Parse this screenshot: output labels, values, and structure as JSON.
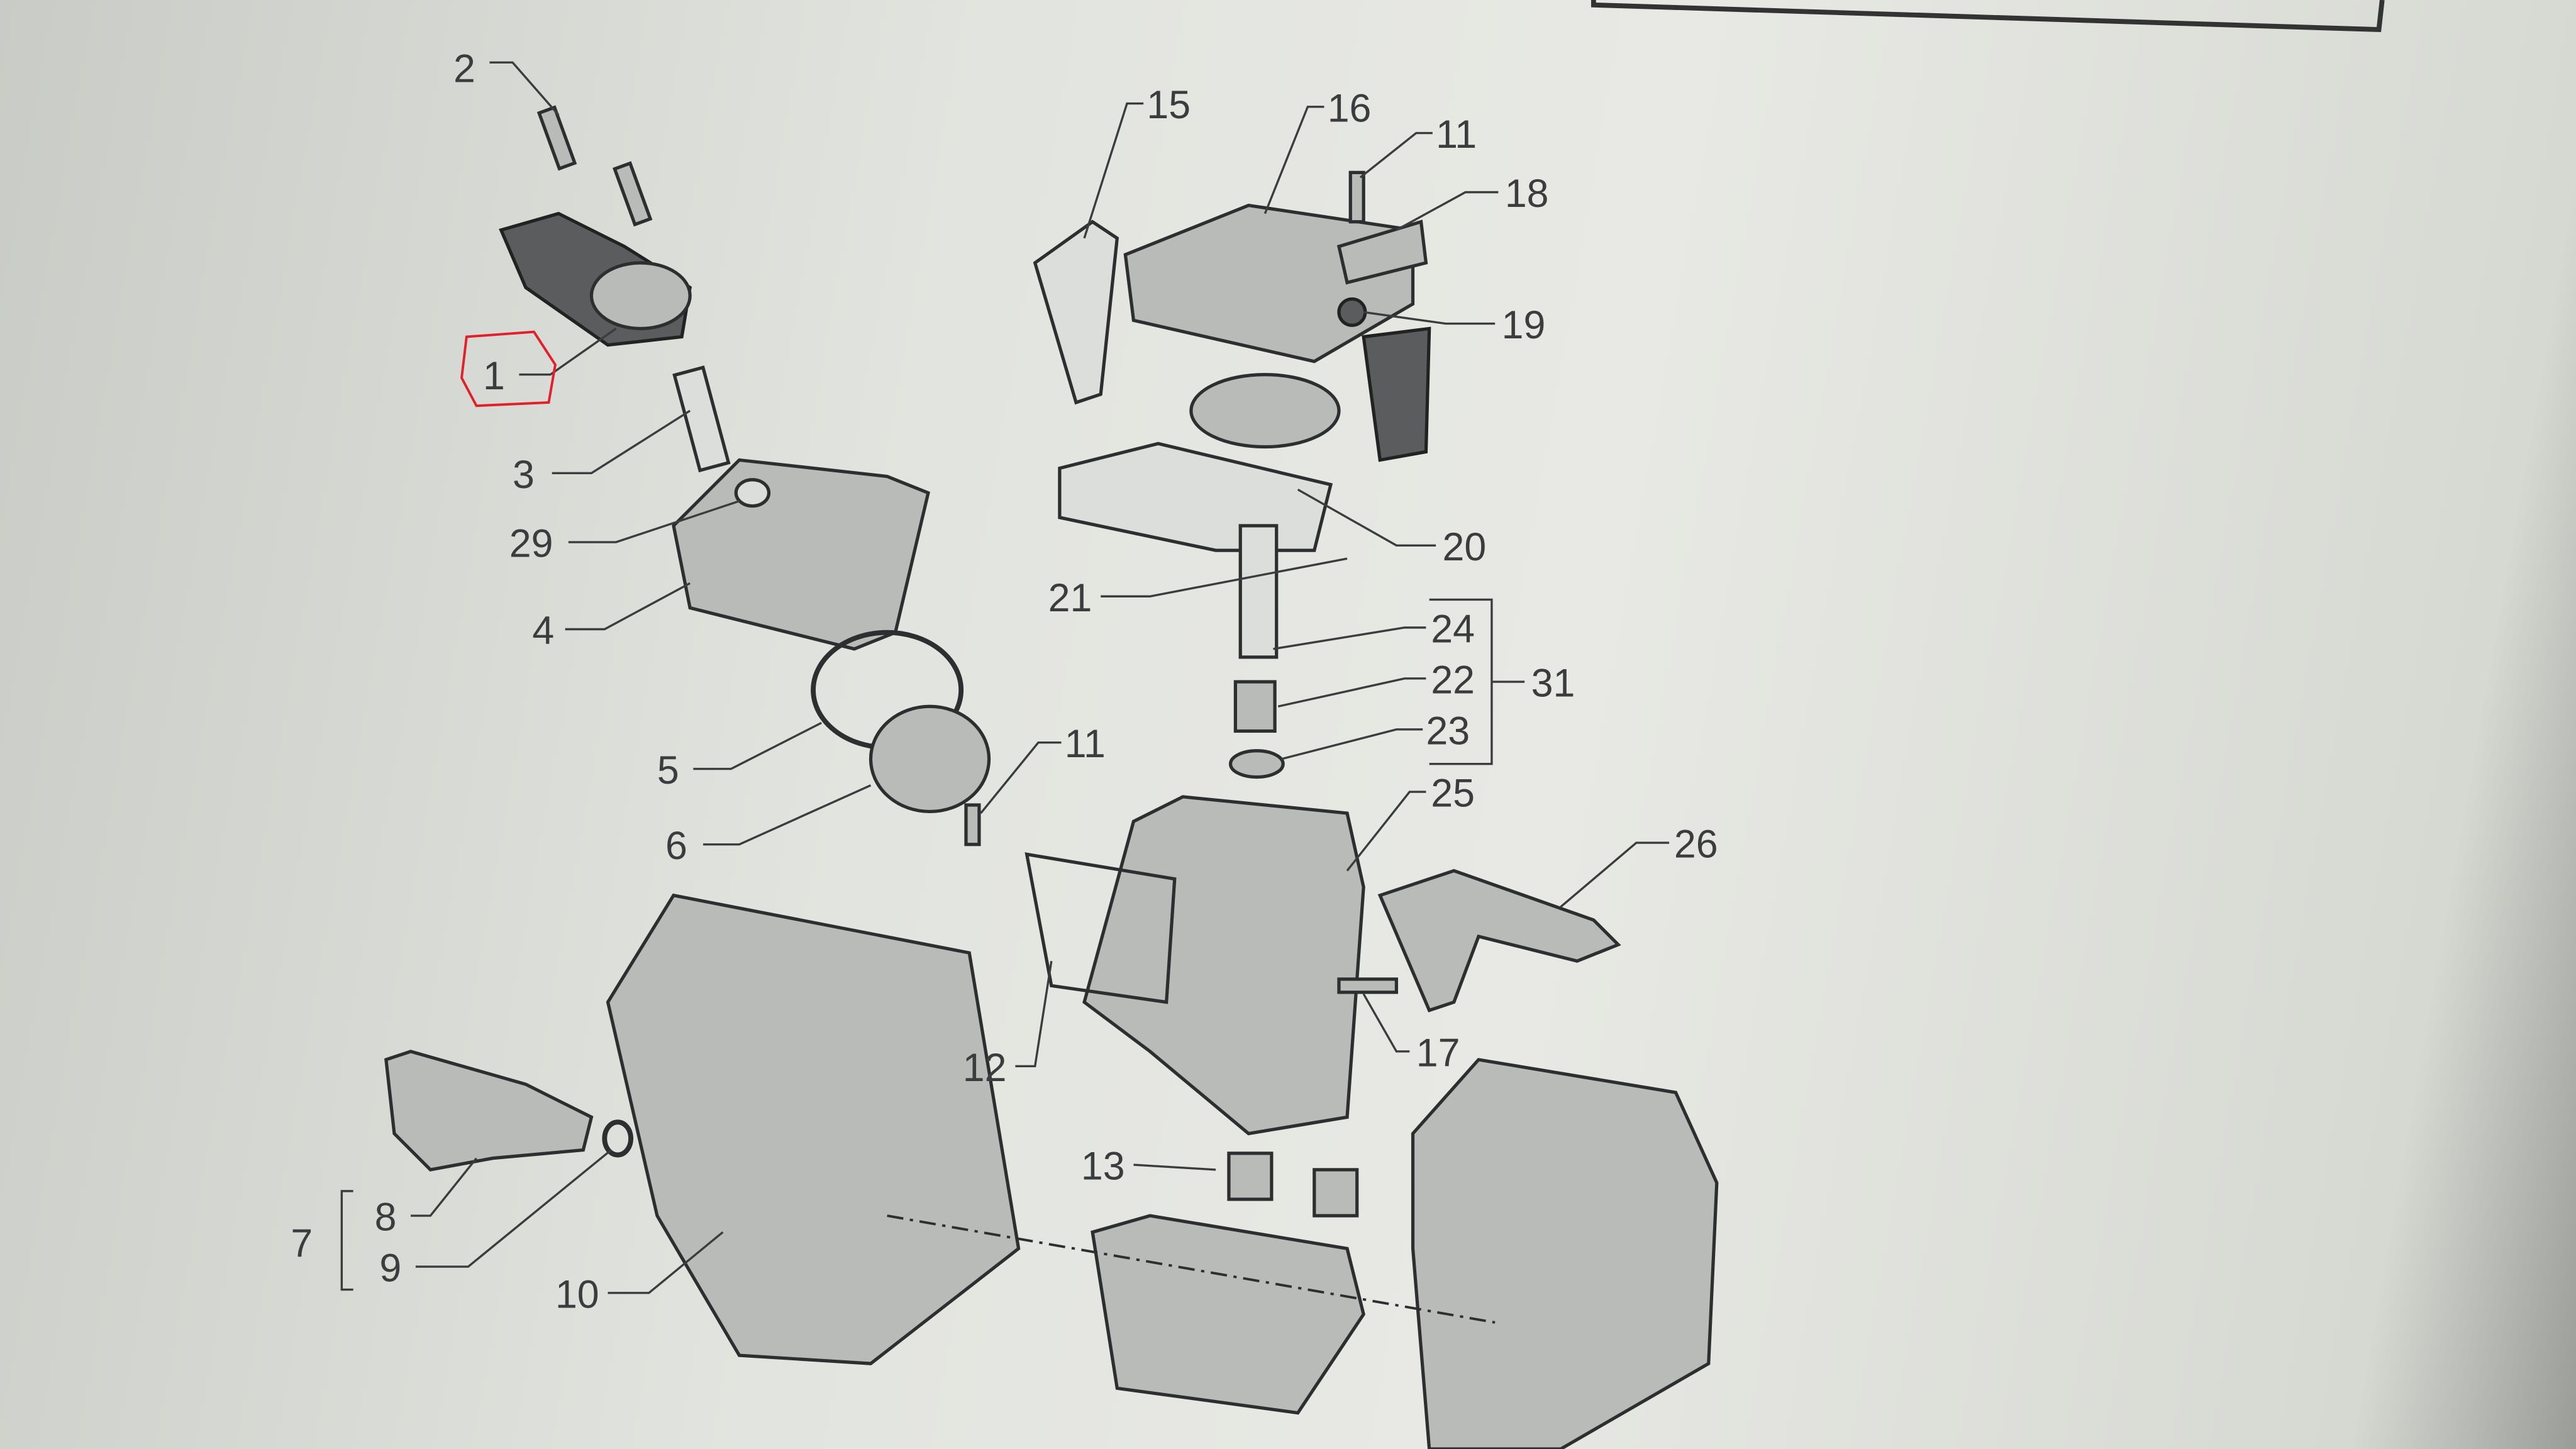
{
  "diagram": {
    "title_box_text": "",
    "callouts": {
      "c1": "1",
      "c2": "2",
      "c3": "3",
      "c4": "4",
      "c5": "5",
      "c6": "6",
      "c7": "7",
      "c8": "8",
      "c9": "9",
      "c10": "10",
      "c11a": "11",
      "c11b": "11",
      "c12": "12",
      "c13": "13",
      "c15": "15",
      "c16": "16",
      "c17": "17",
      "c18": "18",
      "c19": "19",
      "c20": "20",
      "c21": "21",
      "c22": "22",
      "c23": "23",
      "c24": "24",
      "c25": "25",
      "c26": "26",
      "c29": "29",
      "c31": "31"
    },
    "highlight_color": "#e0202a",
    "line_color": "#3a3c3e"
  }
}
